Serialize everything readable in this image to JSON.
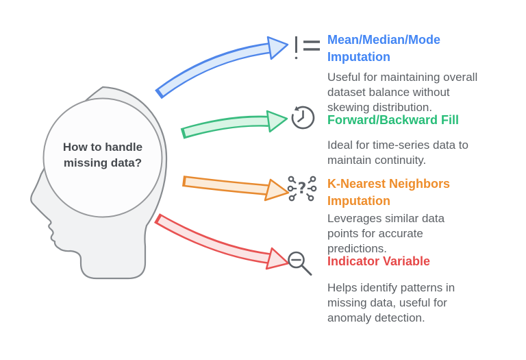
{
  "background": "#ffffff",
  "icon_color": "#5b6066",
  "desc_color": "#5c6065",
  "head": {
    "question_lines": [
      "How to handle",
      "missing data?"
    ],
    "fill": "#f1f2f3",
    "stroke": "#888c90",
    "circle_fill": "#fcfcfd",
    "circle_stroke": "#97999c",
    "text_color": "#45494e"
  },
  "items": [
    {
      "key": "mean-median-mode-imputation",
      "icon": "not-equal-icon",
      "title_color": "#4285f4",
      "arrow_stroke": "#4f86ea",
      "arrow_fill": "#dceafb",
      "title_lines": [
        "Mean/Median/Mode",
        "Imputation"
      ],
      "desc_lines": [
        "Useful for maintaining overall",
        "dataset balance without",
        "skewing distribution."
      ]
    },
    {
      "key": "forward-backward-fill",
      "icon": "history-icon",
      "title_color": "#27bd78",
      "arrow_stroke": "#3abc80",
      "arrow_fill": "#d8f5e5",
      "title_lines": [
        "Forward/Backward Fill"
      ],
      "desc_lines": [
        "Ideal for time-series data to",
        "maintain continuity."
      ]
    },
    {
      "key": "k-nearest-neighbors-imputation",
      "icon": "scatter-nodes-icon",
      "title_color": "#ee8d2b",
      "arrow_stroke": "#e78a30",
      "arrow_fill": "#fcebd8",
      "title_lines": [
        "K-Nearest Neighbors",
        "Imputation"
      ],
      "desc_lines": [
        "Leverages similar data",
        "points for accurate",
        "predictions."
      ]
    },
    {
      "key": "indicator-variable",
      "icon": "zoom-out-icon",
      "title_color": "#e64848",
      "arrow_stroke": "#e85252",
      "arrow_fill": "#fbe4e4",
      "title_lines": [
        "Indicator Variable"
      ],
      "desc_lines": [
        "Helps identify patterns in",
        "missing data, useful for",
        "anomaly detection."
      ]
    }
  ]
}
